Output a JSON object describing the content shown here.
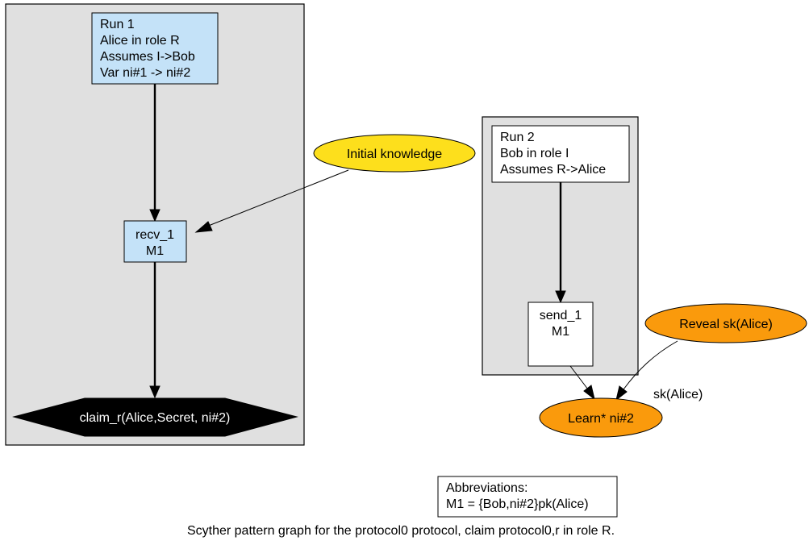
{
  "run1": {
    "lines": [
      "Run 1",
      "Alice in role R",
      "Assumes I->Bob",
      "Var ni#1 -> ni#2"
    ]
  },
  "recv": {
    "lines": [
      "recv_1",
      "M1"
    ]
  },
  "claim": {
    "label": "claim_r(Alice,Secret, ni#2)"
  },
  "initial_knowledge": {
    "label": "Initial knowledge"
  },
  "run2": {
    "lines": [
      "Run 2",
      "Bob in role I",
      "Assumes R->Alice"
    ]
  },
  "send": {
    "lines": [
      "send_1",
      "M1"
    ]
  },
  "reveal": {
    "label": "Reveal sk(Alice)"
  },
  "reveal_edge": {
    "label": "sk(Alice)"
  },
  "learn": {
    "label": "Learn* ni#2"
  },
  "abbreviations": {
    "lines": [
      "Abbreviations:",
      "M1 = {Bob,ni#2}pk(Alice)"
    ]
  },
  "caption": "Scyther pattern graph for the protocol0 protocol, claim protocol0,r in role R.",
  "colors": {
    "cluster_fill": "#e0e0e0",
    "run1_fill": "#c4e2f8",
    "initial_knowledge_fill": "#fddf1c",
    "adversary_fill": "#fa9a0c",
    "claim_fill": "#000000"
  }
}
